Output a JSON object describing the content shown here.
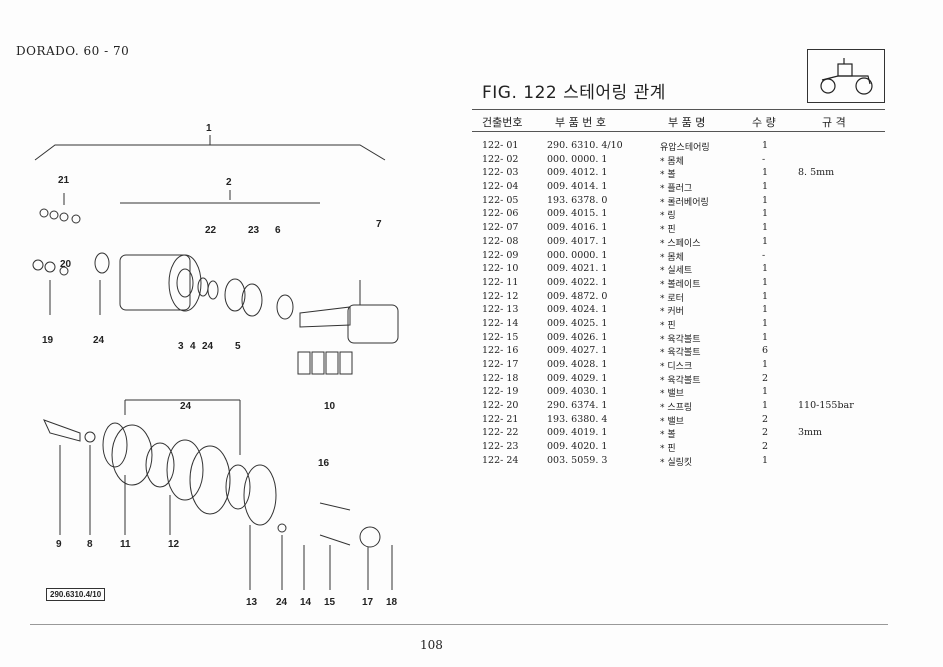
{
  "model": "DORADO. 60 - 70",
  "figure_title": "FIG. 122 스테어링 관계",
  "headers": [
    "건출번호",
    "부 품 번 호",
    "부 품 명",
    "수 량",
    "규 격"
  ],
  "rows": [
    {
      "code": "122- 01",
      "part": "290. 6310. 4/10",
      "name": "유압스테어링",
      "qty": "1",
      "spec": ""
    },
    {
      "code": "122- 02",
      "part": "000. 0000. 1",
      "name": "* 몸체",
      "qty": "-",
      "spec": ""
    },
    {
      "code": "122- 03",
      "part": "009. 4012. 1",
      "name": "* 볼",
      "qty": "1",
      "spec": "8. 5mm"
    },
    {
      "code": "122- 04",
      "part": "009. 4014. 1",
      "name": "* 플러그",
      "qty": "1",
      "spec": ""
    },
    {
      "code": "122- 05",
      "part": "193. 6378. 0",
      "name": "* 롤러베어링",
      "qty": "1",
      "spec": ""
    },
    {
      "code": "122- 06",
      "part": "009. 4015. 1",
      "name": "* 링",
      "qty": "1",
      "spec": ""
    },
    {
      "code": "122- 07",
      "part": "009. 4016. 1",
      "name": "* 핀",
      "qty": "1",
      "spec": ""
    },
    {
      "code": "122- 08",
      "part": "009. 4017. 1",
      "name": "* 스페이스",
      "qty": "1",
      "spec": ""
    },
    {
      "code": "122- 09",
      "part": "000. 0000. 1",
      "name": "* 몸체",
      "qty": "-",
      "spec": ""
    },
    {
      "code": "122- 10",
      "part": "009. 4021. 1",
      "name": "* 실세트",
      "qty": "1",
      "spec": ""
    },
    {
      "code": "122- 11",
      "part": "009. 4022. 1",
      "name": "* 볼레이트",
      "qty": "1",
      "spec": ""
    },
    {
      "code": "122- 12",
      "part": "009. 4872. 0",
      "name": "* 로터",
      "qty": "1",
      "spec": ""
    },
    {
      "code": "122- 13",
      "part": "009. 4024. 1",
      "name": "* 커버",
      "qty": "1",
      "spec": ""
    },
    {
      "code": "122- 14",
      "part": "009. 4025. 1",
      "name": "* 핀",
      "qty": "1",
      "spec": ""
    },
    {
      "code": "122- 15",
      "part": "009. 4026. 1",
      "name": "* 육각볼트",
      "qty": "1",
      "spec": ""
    },
    {
      "code": "122- 16",
      "part": "009. 4027. 1",
      "name": "* 육각볼트",
      "qty": "6",
      "spec": ""
    },
    {
      "code": "122- 17",
      "part": "009. 4028. 1",
      "name": "* 디스크",
      "qty": "1",
      "spec": ""
    },
    {
      "code": "122- 18",
      "part": "009. 4029. 1",
      "name": "* 육각볼트",
      "qty": "2",
      "spec": ""
    },
    {
      "code": "122- 19",
      "part": "009. 4030. 1",
      "name": "* 밸브",
      "qty": "1",
      "spec": ""
    },
    {
      "code": "122- 20",
      "part": "290. 6374. 1",
      "name": "* 스프링",
      "qty": "1",
      "spec": "110-155bar"
    },
    {
      "code": "122- 21",
      "part": "193. 6380. 4",
      "name": "* 밸브",
      "qty": "2",
      "spec": ""
    },
    {
      "code": "122- 22",
      "part": "009. 4019. 1",
      "name": "* 볼",
      "qty": "2",
      "spec": "3mm"
    },
    {
      "code": "122- 23",
      "part": "009. 4020. 1",
      "name": "* 핀",
      "qty": "2",
      "spec": ""
    },
    {
      "code": "122- 24",
      "part": "003. 5059. 3",
      "name": "* 실링킷",
      "qty": "1",
      "spec": ""
    }
  ],
  "diagram_callouts": [
    "1",
    "2",
    "21",
    "20",
    "22",
    "23",
    "6",
    "7",
    "19",
    "24",
    "3",
    "4",
    "24",
    "5",
    "10",
    "24",
    "16",
    "9",
    "8",
    "11",
    "12",
    "13",
    "24",
    "14",
    "15",
    "17",
    "18"
  ],
  "diagram_ref": "290.6310.4/10",
  "page_number": "108",
  "logo_icon": "tractor-icon"
}
